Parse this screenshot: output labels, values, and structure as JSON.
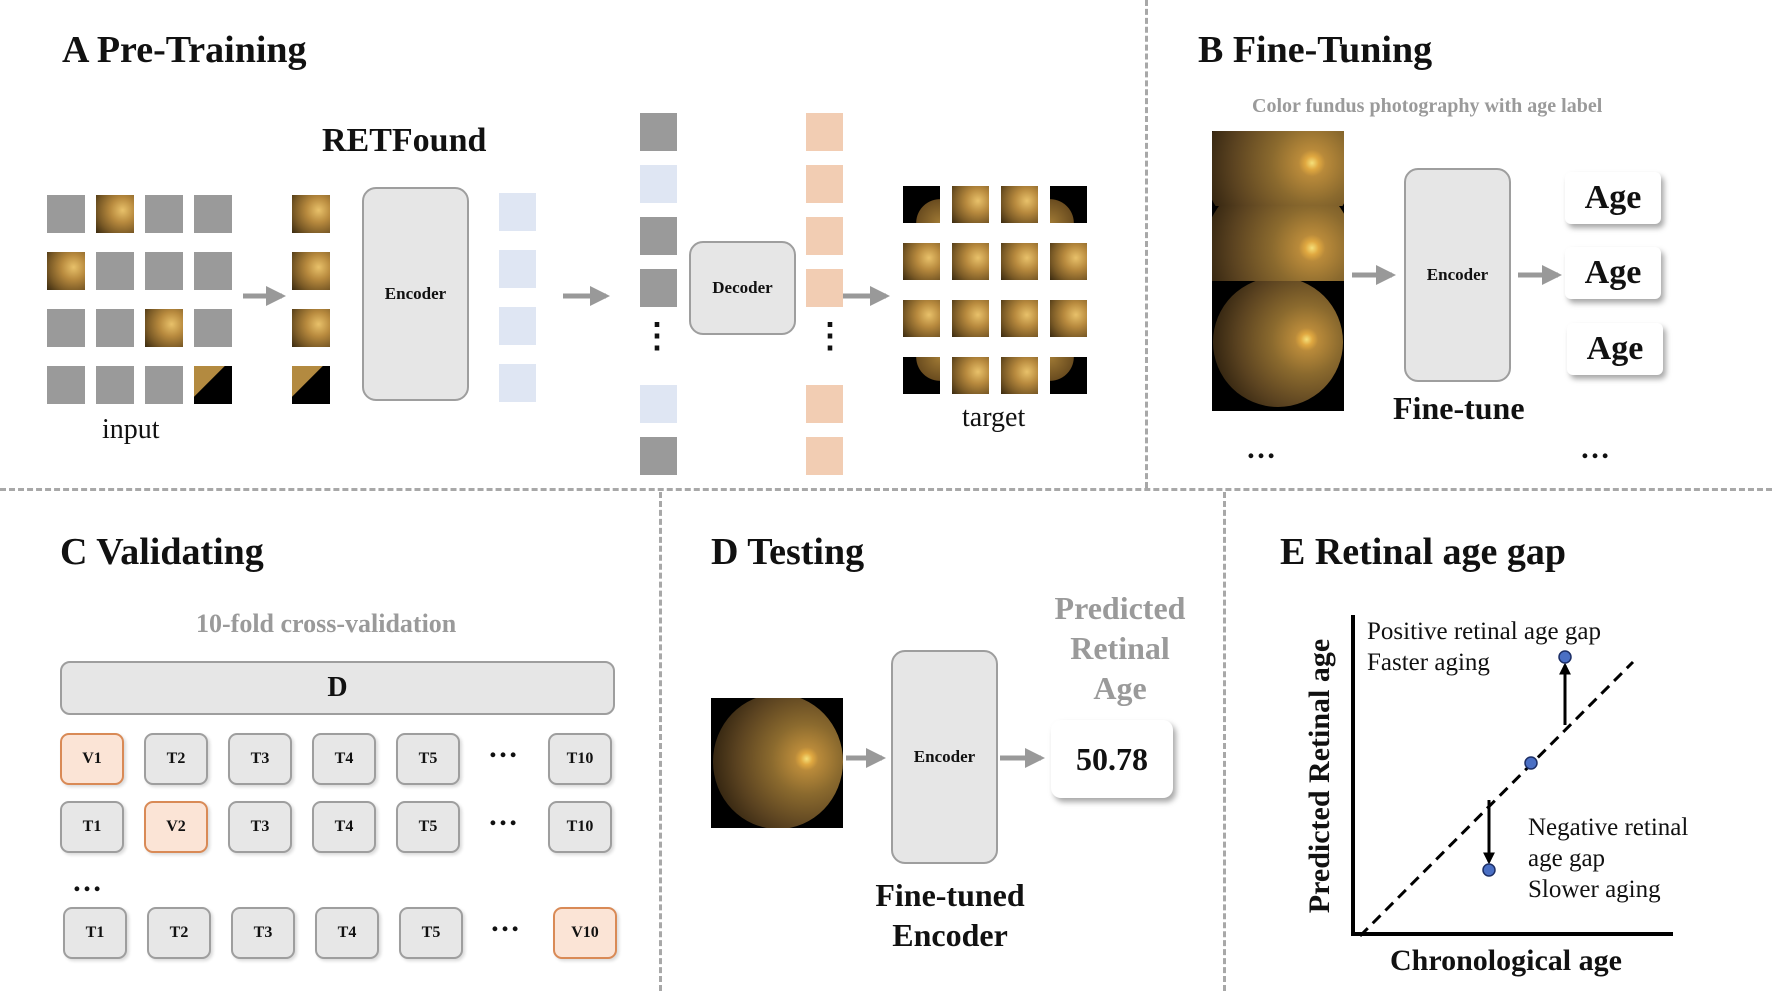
{
  "panelA": {
    "title": "A Pre-Training",
    "model_name": "RETFound",
    "encoder": "Encoder",
    "decoder": "Decoder",
    "input_label": "input",
    "target_label": "target",
    "vdots": "⋮",
    "colors": {
      "masked": "#9a9a9a",
      "latent": "#dfe6f3",
      "recon": "#f2cdb3"
    }
  },
  "panelB": {
    "title": "B Fine-Tuning",
    "caption": "Color fundus photography with age label",
    "encoder": "Encoder",
    "fine_tune": "Fine-tune",
    "ages": [
      "Age",
      "Age",
      "Age"
    ],
    "ellipsis": "…"
  },
  "panelC": {
    "title": "C Validating",
    "caption": "10-fold cross-validation",
    "dataset": "D",
    "rows": [
      [
        "V1",
        "T2",
        "T3",
        "T4",
        "T5",
        "T10"
      ],
      [
        "T1",
        "V2",
        "T3",
        "T4",
        "T5",
        "T10"
      ],
      [
        "T1",
        "T2",
        "T3",
        "T4",
        "T5",
        "V10"
      ]
    ],
    "ellipsis": "…"
  },
  "panelD": {
    "title": "D Testing",
    "encoder": "Encoder",
    "predicted_lines": [
      "Predicted",
      "Retinal",
      "Age"
    ],
    "value": "50.78",
    "fine_tuned_lines": [
      "Fine-tuned",
      "Encoder"
    ]
  },
  "panelE": {
    "title": "E Retinal age gap",
    "ylabel": "Predicted Retinal age",
    "xlabel": "Chronological age",
    "positive_lines": [
      "Positive retinal age gap",
      "Faster aging"
    ],
    "negative_lines": [
      "Negative retinal",
      "age gap",
      "Slower aging"
    ],
    "point_color": "#4a6fc4"
  }
}
